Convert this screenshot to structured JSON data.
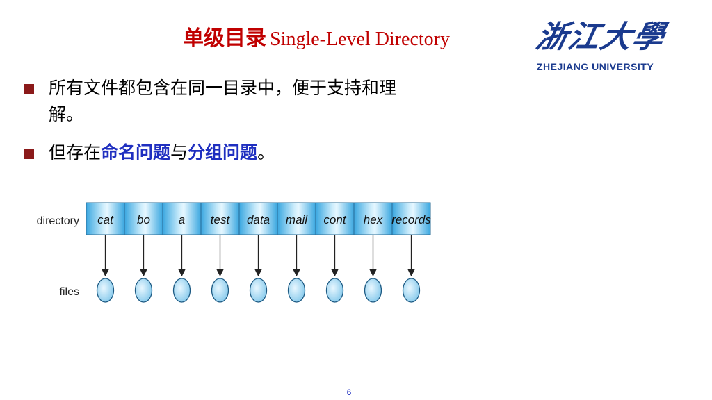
{
  "title": {
    "chinese": "单级目录",
    "english": "Single-Level Directory"
  },
  "logo": {
    "chinese": "浙江大學",
    "english": "ZHEJIANG UNIVERSITY"
  },
  "bullets": [
    {
      "text": "所有文件都包含在同一目录中，便于支持和理解。"
    },
    {
      "prefix": "但存在",
      "highlight1": "命名问题",
      "mid": "与",
      "highlight2": "分组问题",
      "suffix": "。"
    }
  ],
  "diagram": {
    "directory_label": "directory",
    "files_label": "files",
    "entries": [
      "cat",
      "bo",
      "a",
      "test",
      "data",
      "mail",
      "cont",
      "hex",
      "records"
    ]
  },
  "page_number": "6",
  "colors": {
    "title": "#c00000",
    "highlight": "#1f2fc0",
    "bullet_mark": "#8b1a1a",
    "logo": "#1a3a8e"
  }
}
